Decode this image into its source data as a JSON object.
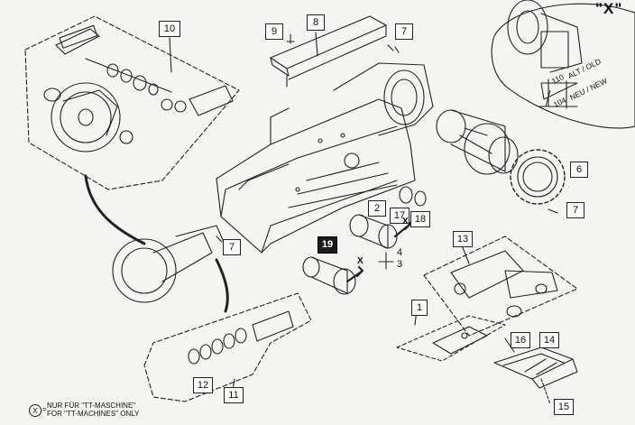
{
  "callouts": {
    "c1": "1",
    "c2": "2",
    "c3": "3",
    "c4": "4",
    "c6": "6",
    "c7a": "7",
    "c7b": "7",
    "c7c": "7",
    "c8": "8",
    "c9": "9",
    "c10": "10",
    "c11": "11",
    "c12": "12",
    "c13": "13",
    "c14": "14",
    "c15": "15",
    "c16": "16",
    "c17": "17",
    "c18": "18",
    "c19": "19"
  },
  "detail": {
    "label": "\"X\"",
    "dim_old_value": "110",
    "dim_old_text": "ALT / OLD",
    "dim_new_value": "104",
    "dim_new_text": "NEU / NEW"
  },
  "marks": {
    "x1": "X",
    "x2": "X"
  },
  "legend": {
    "symbol": "X",
    "eq": "=",
    "line1": "NUR FÜR \"TT-MASCHINE\"",
    "line2": "FOR \"TT-MACHINES\" ONLY"
  }
}
